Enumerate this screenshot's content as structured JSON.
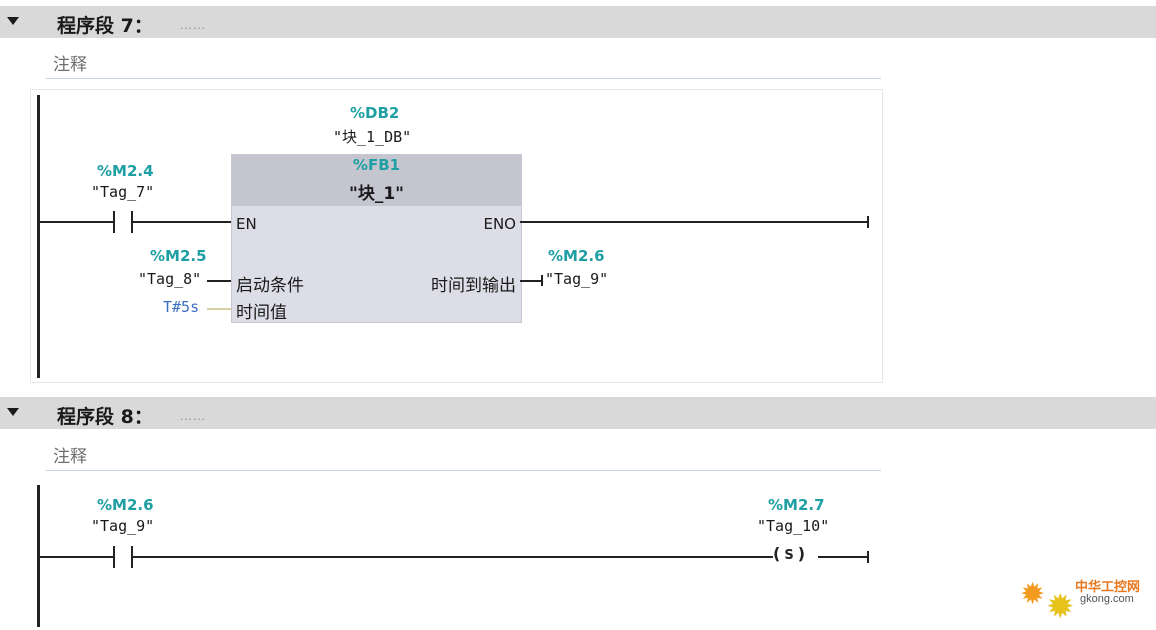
{
  "networks": [
    {
      "title": "程序段 7：",
      "title_suffix": "......",
      "comment": "注释",
      "instance_db": {
        "address": "%DB2",
        "name": "\"块_1_DB\""
      },
      "contact": {
        "address": "%M2.4",
        "tag": "\"Tag_7\""
      },
      "fb": {
        "address": "%FB1",
        "name": "\"块_1\"",
        "pin_en": "EN",
        "pin_eno": "ENO",
        "input1_label": "启动条件",
        "input2_label": "时间值",
        "output1_label": "时间到输出"
      },
      "input1": {
        "address": "%M2.5",
        "tag": "\"Tag_8\""
      },
      "input2": {
        "constant": "T#5s"
      },
      "output1": {
        "address": "%M2.6",
        "tag": "\"Tag_9\""
      }
    },
    {
      "title": "程序段 8：",
      "title_suffix": "......",
      "comment": "注释",
      "contact": {
        "address": "%M2.6",
        "tag": "\"Tag_9\""
      },
      "coil": {
        "address": "%M2.7",
        "tag": "\"Tag_10\"",
        "type": "S"
      }
    }
  ],
  "watermark": {
    "title": "中华工控网",
    "url": "gkong.com"
  },
  "colors": {
    "address": "#1e9fa3",
    "constant": "#3a6fc4",
    "header_bg": "#d9d9d9",
    "fb_bg": "#dcdde6"
  }
}
